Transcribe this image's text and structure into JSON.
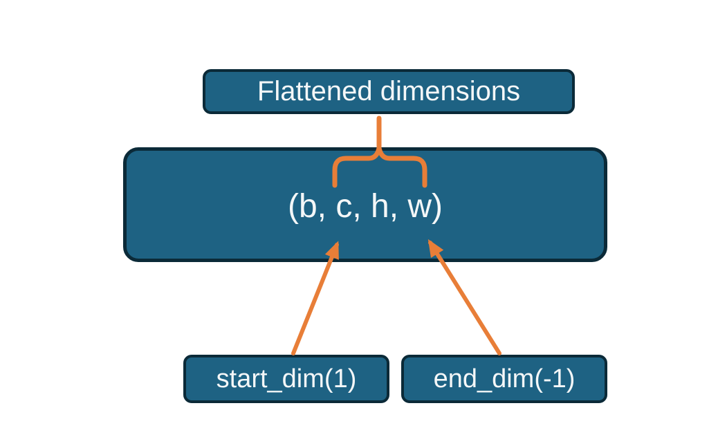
{
  "canvas": {
    "background": "#ffffff"
  },
  "colors": {
    "canvas_background": "#ffffff",
    "node_fill": "#1e6283",
    "node_border": "#0b2a38",
    "node_text": "#f4f7f8",
    "connector_orange": "#e87e38"
  },
  "nodes": {
    "flattened": {
      "label": "Flattened dimensions"
    },
    "tensor": {
      "label": "(b, c, h, w)"
    },
    "start_dim": {
      "label": "start_dim(1)"
    },
    "end_dim": {
      "label": "end_dim(-1)"
    }
  },
  "connectors": {
    "brace": "curly brace grouping dimensions c, h, w under Flattened dimensions",
    "start_arrow": "arrow from start_dim(1) to dimension c",
    "end_arrow": "arrow from end_dim(-1) to dimension w"
  }
}
